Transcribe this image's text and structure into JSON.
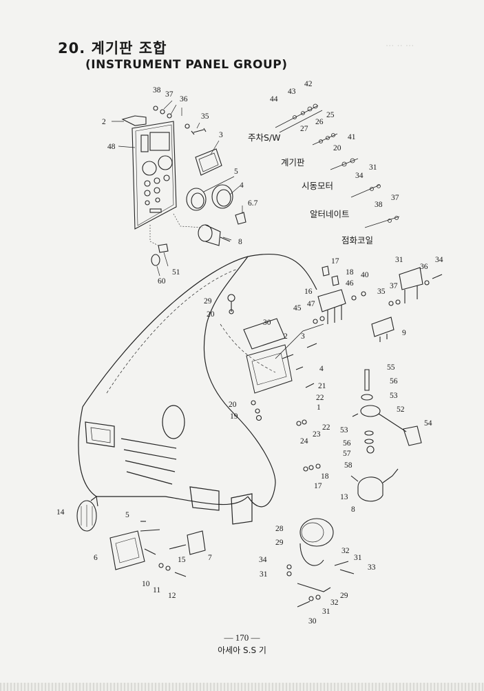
{
  "page": {
    "title_ko": "20. 계기판 조합",
    "title_en": "(INSTRUMENT PANEL GROUP)",
    "page_number": "— 170 —",
    "model": "아세아 S.S 기"
  },
  "diagram": {
    "group_labels": [
      "주차S/W",
      "계기판",
      "시동모터",
      "알터네이트",
      "점화코일"
    ],
    "part_numbers": [
      "1",
      "2",
      "3",
      "4",
      "5",
      "6",
      "6.7",
      "7",
      "8",
      "9",
      "10",
      "11",
      "12",
      "13",
      "14",
      "15",
      "16",
      "17",
      "18",
      "19",
      "20",
      "21",
      "22",
      "23",
      "24",
      "25",
      "26",
      "27",
      "28",
      "29",
      "30",
      "31",
      "32",
      "33",
      "34",
      "35",
      "36",
      "37",
      "38",
      "40",
      "41",
      "42",
      "43",
      "44",
      "45",
      "46",
      "47",
      "48",
      "51",
      "52",
      "53",
      "54",
      "55",
      "56",
      "57",
      "58",
      "60"
    ]
  }
}
